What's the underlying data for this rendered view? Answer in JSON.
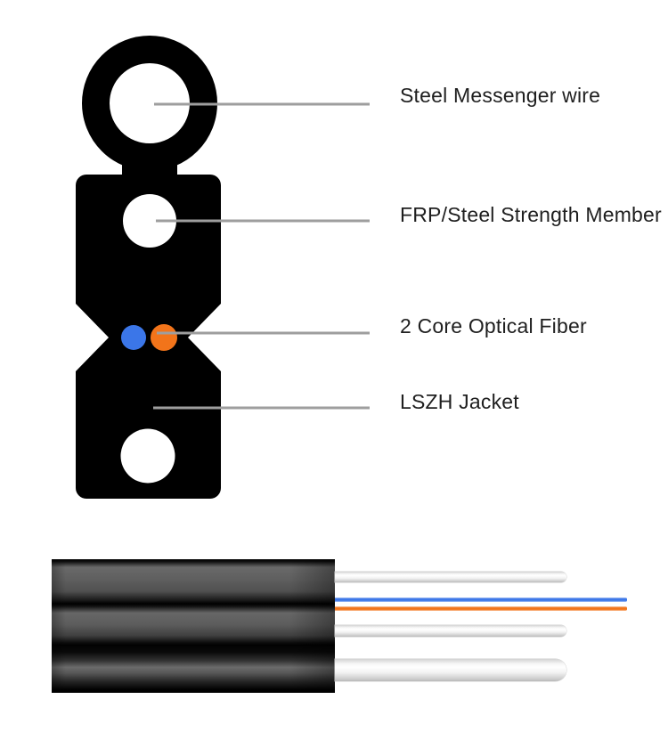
{
  "diagram": {
    "labels": [
      {
        "text": "Steel Messenger wire"
      },
      {
        "text": "FRP/Steel Strength Member"
      },
      {
        "text": "2 Core Optical Fiber"
      },
      {
        "text": "LSZH Jacket"
      }
    ]
  },
  "colors": {
    "background": "#ffffff",
    "jacket": "#000000",
    "hole": "#ffffff",
    "fiber_blue": "#3b76e8",
    "fiber_orange": "#f2741a",
    "leader_line": "#9e9e9e",
    "label_text": "#1f1f1f"
  }
}
